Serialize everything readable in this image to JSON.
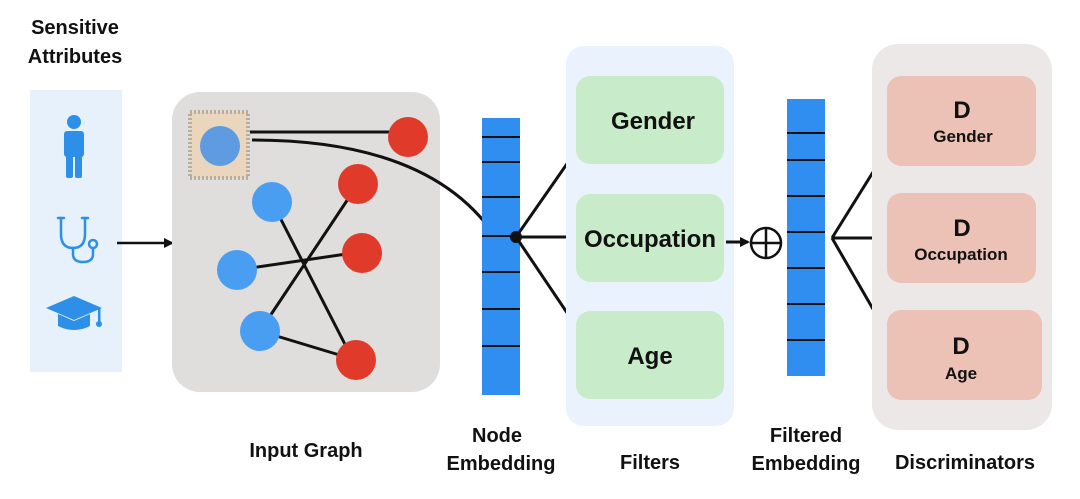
{
  "sensitive_attributes": {
    "title_line1": "Sensitive",
    "title_line2": "Attributes",
    "icons": [
      "person-icon",
      "stethoscope-icon",
      "graduation-cap-icon"
    ]
  },
  "input_graph": {
    "label": "Input Graph"
  },
  "node_embedding": {
    "label_line1": "Node",
    "label_line2": "Embedding"
  },
  "filters": {
    "label": "Filters",
    "items": [
      "Gender",
      "Occupation",
      "Age"
    ]
  },
  "filtered_embedding": {
    "label_line1": "Filtered",
    "label_line2": "Embedding"
  },
  "discriminators": {
    "label": "Discriminators",
    "symbol": "D",
    "items": [
      "Gender",
      "Occupation",
      "Age"
    ]
  },
  "colors": {
    "blue_node": "#4a9ef2",
    "red_node": "#e03a2a",
    "embedding_bar": "#2f8ef0",
    "filter_box": "#c8ecc9",
    "filter_panel": "#eaf3fd",
    "disc_box": "#ecc1b6",
    "disc_panel": "#ece8e8",
    "graph_panel": "#e0dddd",
    "attr_panel": "#e6f1fc"
  }
}
